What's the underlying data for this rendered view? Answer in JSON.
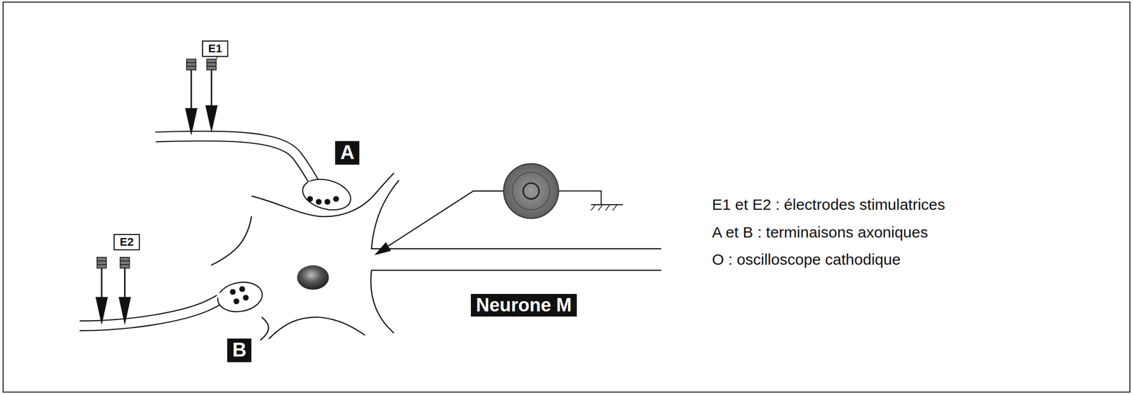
{
  "diagram": {
    "nodes": [
      {
        "text": [
          "E1"
        ]
      },
      {
        "text": [
          "A"
        ]
      },
      {
        "text": [
          "E2"
        ]
      },
      {
        "text": [
          "B"
        ]
      },
      {
        "text": [
          "Neurone M"
        ]
      }
    ],
    "labels": [
      "E1 et E2 : électrodes stimulatrices",
      "A et B : terminaisons axoniques",
      "O : oscilloscope cathodique"
    ]
  }
}
